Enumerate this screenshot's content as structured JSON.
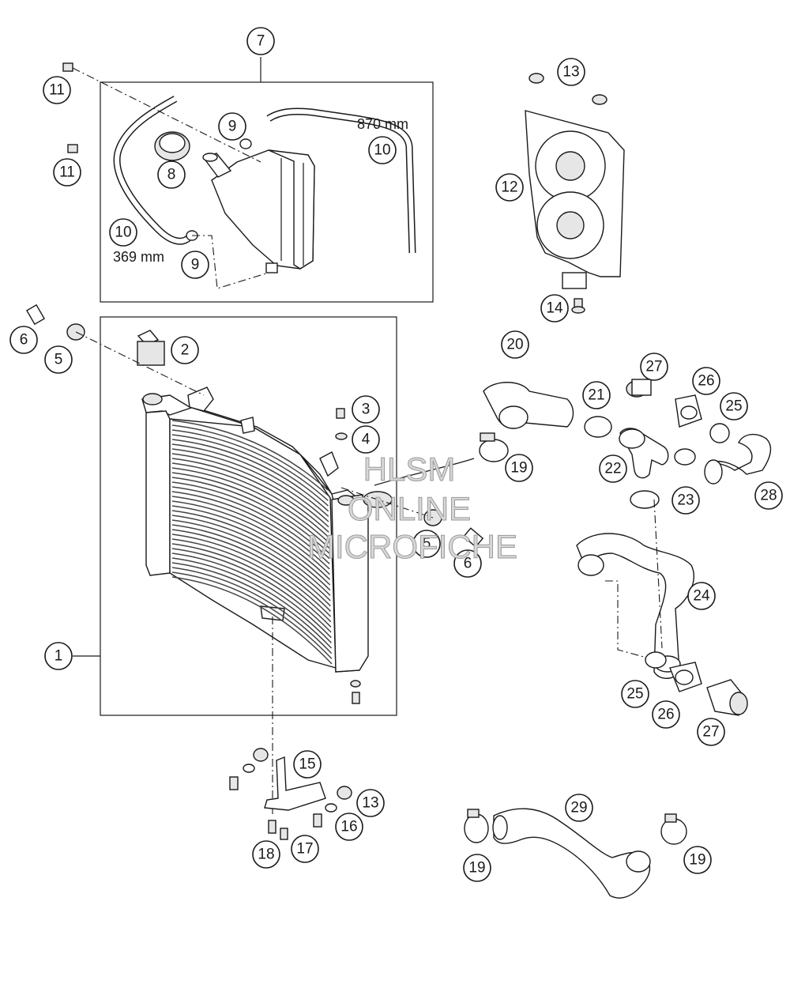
{
  "watermark": {
    "line1": "HLSM",
    "line2": "ONLINE",
    "line3": "MICROFICHE"
  },
  "dimensions": {
    "hose_long": "870 mm",
    "hose_short": "369 mm"
  },
  "callouts": {
    "c1": "1",
    "c2": "2",
    "c3": "3",
    "c4": "4",
    "c5a": "5",
    "c5b": "5",
    "c6a": "6",
    "c6b": "6",
    "c7": "7",
    "c8": "8",
    "c9a": "9",
    "c9b": "9",
    "c10a": "10",
    "c10b": "10",
    "c11a": "11",
    "c11b": "11",
    "c12": "12",
    "c13a": "13",
    "c13b": "13",
    "c14": "14",
    "c15": "15",
    "c16": "16",
    "c17": "17",
    "c18": "18",
    "c19a": "19",
    "c19b": "19",
    "c19c": "19",
    "c20": "20",
    "c21": "21",
    "c22": "22",
    "c23": "23",
    "c24": "24",
    "c25a": "25",
    "c25b": "25",
    "c26a": "26",
    "c26b": "26",
    "c27a": "27",
    "c27b": "27",
    "c28": "28",
    "c29": "29"
  },
  "colors": {
    "line": "#1a1a1a",
    "watermark_fill": "#d8d8d8"
  }
}
